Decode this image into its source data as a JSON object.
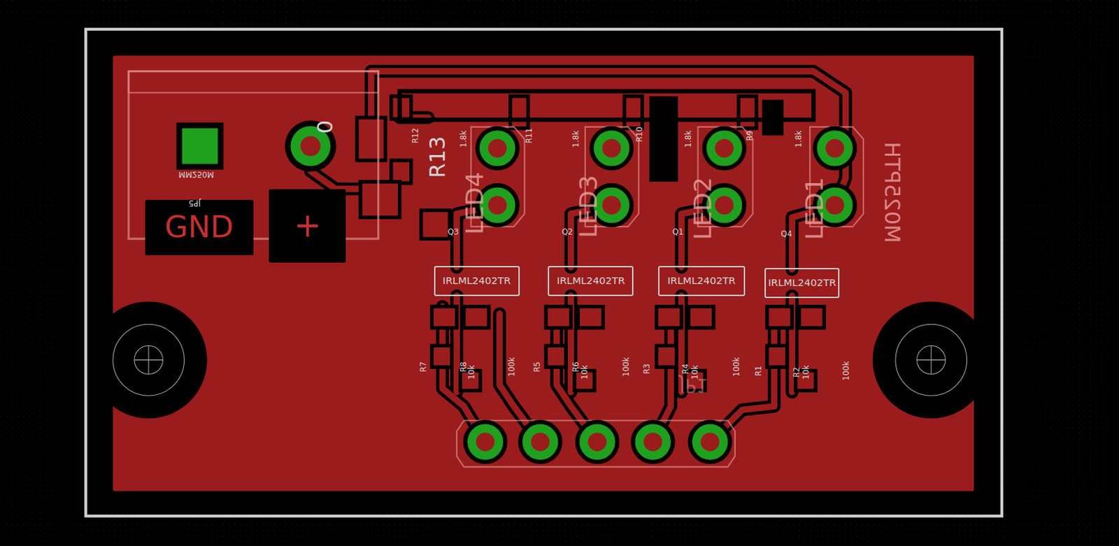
{
  "diagram": {
    "nodes": [
      {
        "text": [
          "GND"
        ]
      },
      {
        "text": [
          "+"
        ]
      },
      {
        "text": [
          "IRLML2402TR"
        ]
      },
      {
        "text": [
          "IRLML2402TR"
        ]
      },
      {
        "text": [
          "IRLML2402TR"
        ]
      },
      {
        "text": [
          "IRLML2402TR"
        ]
      }
    ],
    "labels": [
      "MM250M",
      "JP5",
      "0",
      "R12",
      "R13",
      "1.8k",
      "LED4",
      "R11",
      "1.8k",
      "LED3",
      "R10",
      "1.8k",
      "LED2",
      "R9",
      "1.8k",
      "LED1",
      "Q3",
      "Q2",
      "Q1",
      "Q4",
      "R7",
      "R8",
      "10k",
      "100k",
      "R5",
      "R6",
      "10k",
      "100k",
      "R3",
      "R4",
      "10k",
      "100k",
      "R1",
      "R2",
      "10k",
      "100k",
      "M025PTH",
      "JP1"
    ]
  }
}
